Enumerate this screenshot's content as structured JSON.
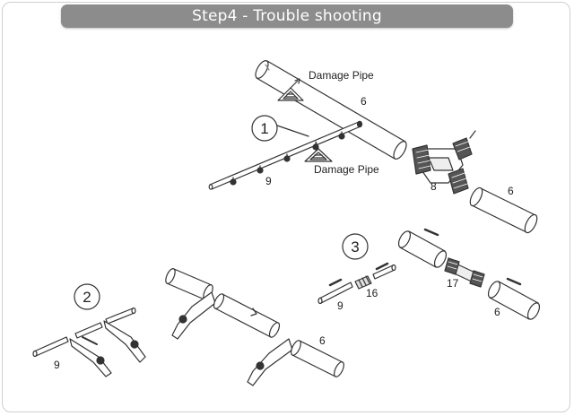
{
  "title": "Step4 -  Trouble shooting",
  "steps": {
    "one": "1",
    "two": "2",
    "three": "3"
  },
  "labels": {
    "damage_pipe_top": "Damage Pipe",
    "damage_pipe_mid": "Damage Pipe",
    "pipe_6_top": "6",
    "pipe_9_top": "9",
    "connector_8": "8",
    "pipe_6_right": "6",
    "pipe_9_step3": "9",
    "coupler_16": "16",
    "connector_17": "17",
    "pipe_6_step3": "6",
    "pipe_9_step2": "9",
    "pipe_6_step2": "6"
  }
}
